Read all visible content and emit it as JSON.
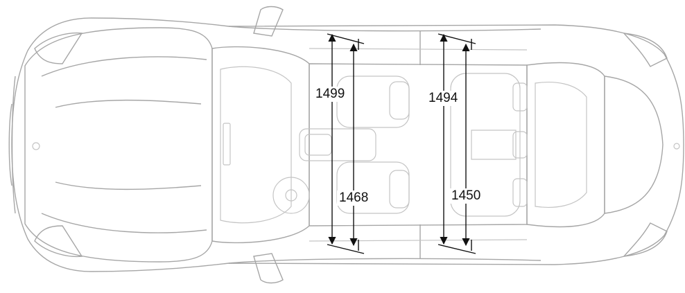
{
  "diagram": {
    "subject": "car-top-view-interior-widths",
    "colors": {
      "outline": "#a6a6a6",
      "detail": "#c4c4c4",
      "dimension_line": "#111111",
      "label_text": "#111111"
    },
    "dimensions": {
      "front_shoulder": {
        "value": "1499"
      },
      "front_elbow": {
        "value": "1468"
      },
      "rear_shoulder": {
        "value": "1494"
      },
      "rear_elbow": {
        "value": "1450"
      }
    }
  }
}
